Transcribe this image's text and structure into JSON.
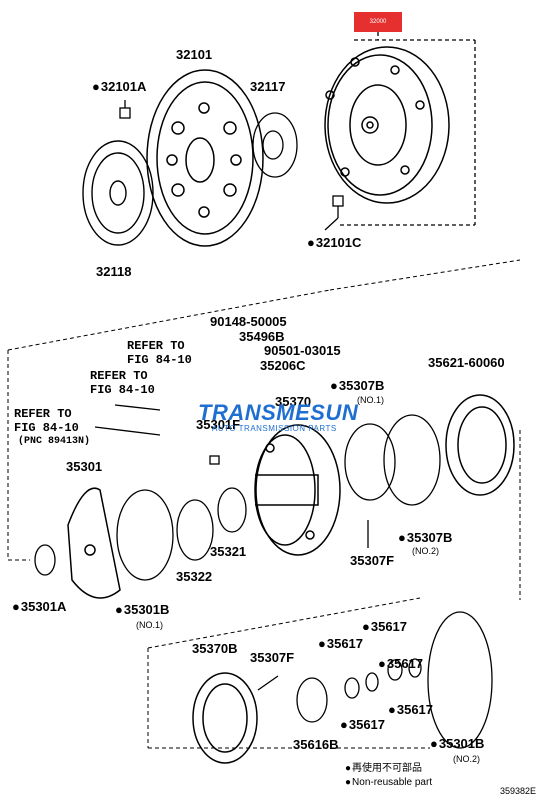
{
  "labels": {
    "p32101": "32101",
    "p32101A": "32101A",
    "p32117": "32117",
    "p32118": "32118",
    "p32101C": "32101C",
    "p90148": "90148-50005",
    "p35496B": "35496B",
    "p90501": "90501-03015",
    "p35206C": "35206C",
    "ref1a": "REFER TO",
    "ref1b": "FIG 84-10",
    "ref2a": "REFER TO",
    "ref2b": "FIG 84-10",
    "ref3a": "REFER TO",
    "ref3b": "FIG 84-10",
    "ref3c": "(PNC 89413N)",
    "p35370": "35370",
    "p35301F": "35301F",
    "p35307B_1": "35307B",
    "no1_a": "(NO.1)",
    "p35621": "35621-60060",
    "p35301": "35301",
    "p35321": "35321",
    "p35322": "35322",
    "p35307B_2": "35307B",
    "no2_a": "(NO.2)",
    "p35307F_1": "35307F",
    "p35301A": "35301A",
    "p35301B_1": "35301B",
    "no1_b": "(NO.1)",
    "p35370B": "35370B",
    "p35307F_2": "35307F",
    "p35617_a": "35617",
    "p35617_b": "35617",
    "p35617_c": "35617",
    "p35617_d": "35617",
    "p35617_e": "35617",
    "p35616B": "35616B",
    "p35301B_2": "35301B",
    "no2_b": "(NO.2)",
    "legend1": "再使用不可部品",
    "legend2": "Non-reusable part",
    "code": "359382E",
    "tag": "32000"
  },
  "watermark": {
    "name": "TRANSMESUN",
    "sub": "AUTO TRANSMISSION PARTS",
    "color": "#1f6fd1"
  },
  "colors": {
    "tag": "#e5302f",
    "line": "#000000"
  }
}
